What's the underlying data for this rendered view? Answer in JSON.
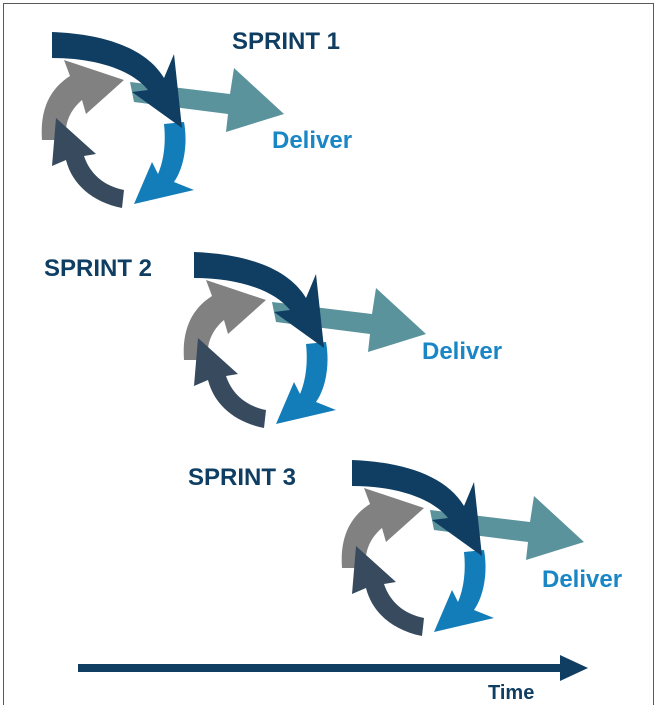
{
  "colors": {
    "top_arrow": "#0f3e62",
    "deliver_arrow": "#5b939d",
    "left_arrow": "#818181",
    "bottom_left_arrow": "#384b5e",
    "right_arrow": "#137db9",
    "sprint_label": "#0f3e62",
    "deliver_label": "#1a86c5",
    "time_axis": "#0f3e62"
  },
  "sprints": [
    {
      "label": "SPRINT 1",
      "deliver_label": "Deliver"
    },
    {
      "label": "SPRINT 2",
      "deliver_label": "Deliver"
    },
    {
      "label": "SPRINT 3",
      "deliver_label": "Deliver"
    }
  ],
  "time_axis": {
    "label": "Time"
  }
}
